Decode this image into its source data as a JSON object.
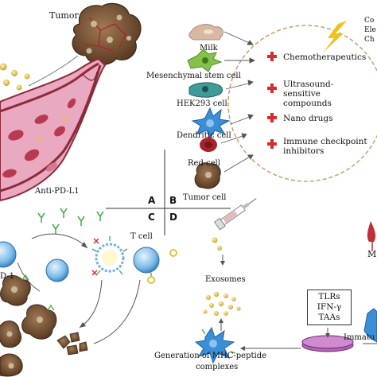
{
  "labels": {
    "tumor": "Tumor",
    "milk": "Milk",
    "mesenchymal": "Mesenchymal stem cell",
    "hek": "HEK293 cell",
    "dendritic": "Dendritic cell",
    "red": "Red cell",
    "tumor_cell": "Tumor cell",
    "anti_pdl1": "Anti-PD-L1",
    "pd1": "D-1",
    "t_cell": "T cell",
    "exosomes": "Exosomes",
    "mhc_line1": "Generation of MHC-peptide",
    "mhc_line2": "complexes",
    "immature": "Immatu",
    "m_partial": "M"
  },
  "quadrants": {
    "a": "A",
    "b": "B",
    "c": "C",
    "d": "D"
  },
  "cargo_list": [
    "Chemotherapeutics",
    "Ultrasound-sensitive compounds",
    "Nano drugs",
    "Immune checkpoint inhibitors"
  ],
  "top_right_partial": [
    "Co",
    "Ele",
    "Ch"
  ],
  "stimuli_box": [
    "TLRs",
    "IFN-γ",
    "TAAs"
  ],
  "colors": {
    "plus": "#d92b2b",
    "vessel": "#8e2a38",
    "tissue": "#e8a0b8",
    "circle": "#c8a06a",
    "lightning": "#f2c21a",
    "tcell": "#6fb2e6",
    "dendritic": "#3a8fd8",
    "tumor_cell": "#8a5a3a",
    "exosome": "#e4c23c",
    "msc": "#86c24a",
    "hek": "#3f9a9a",
    "red_cell": "#a8222a",
    "milk": "#d8b8a0"
  }
}
